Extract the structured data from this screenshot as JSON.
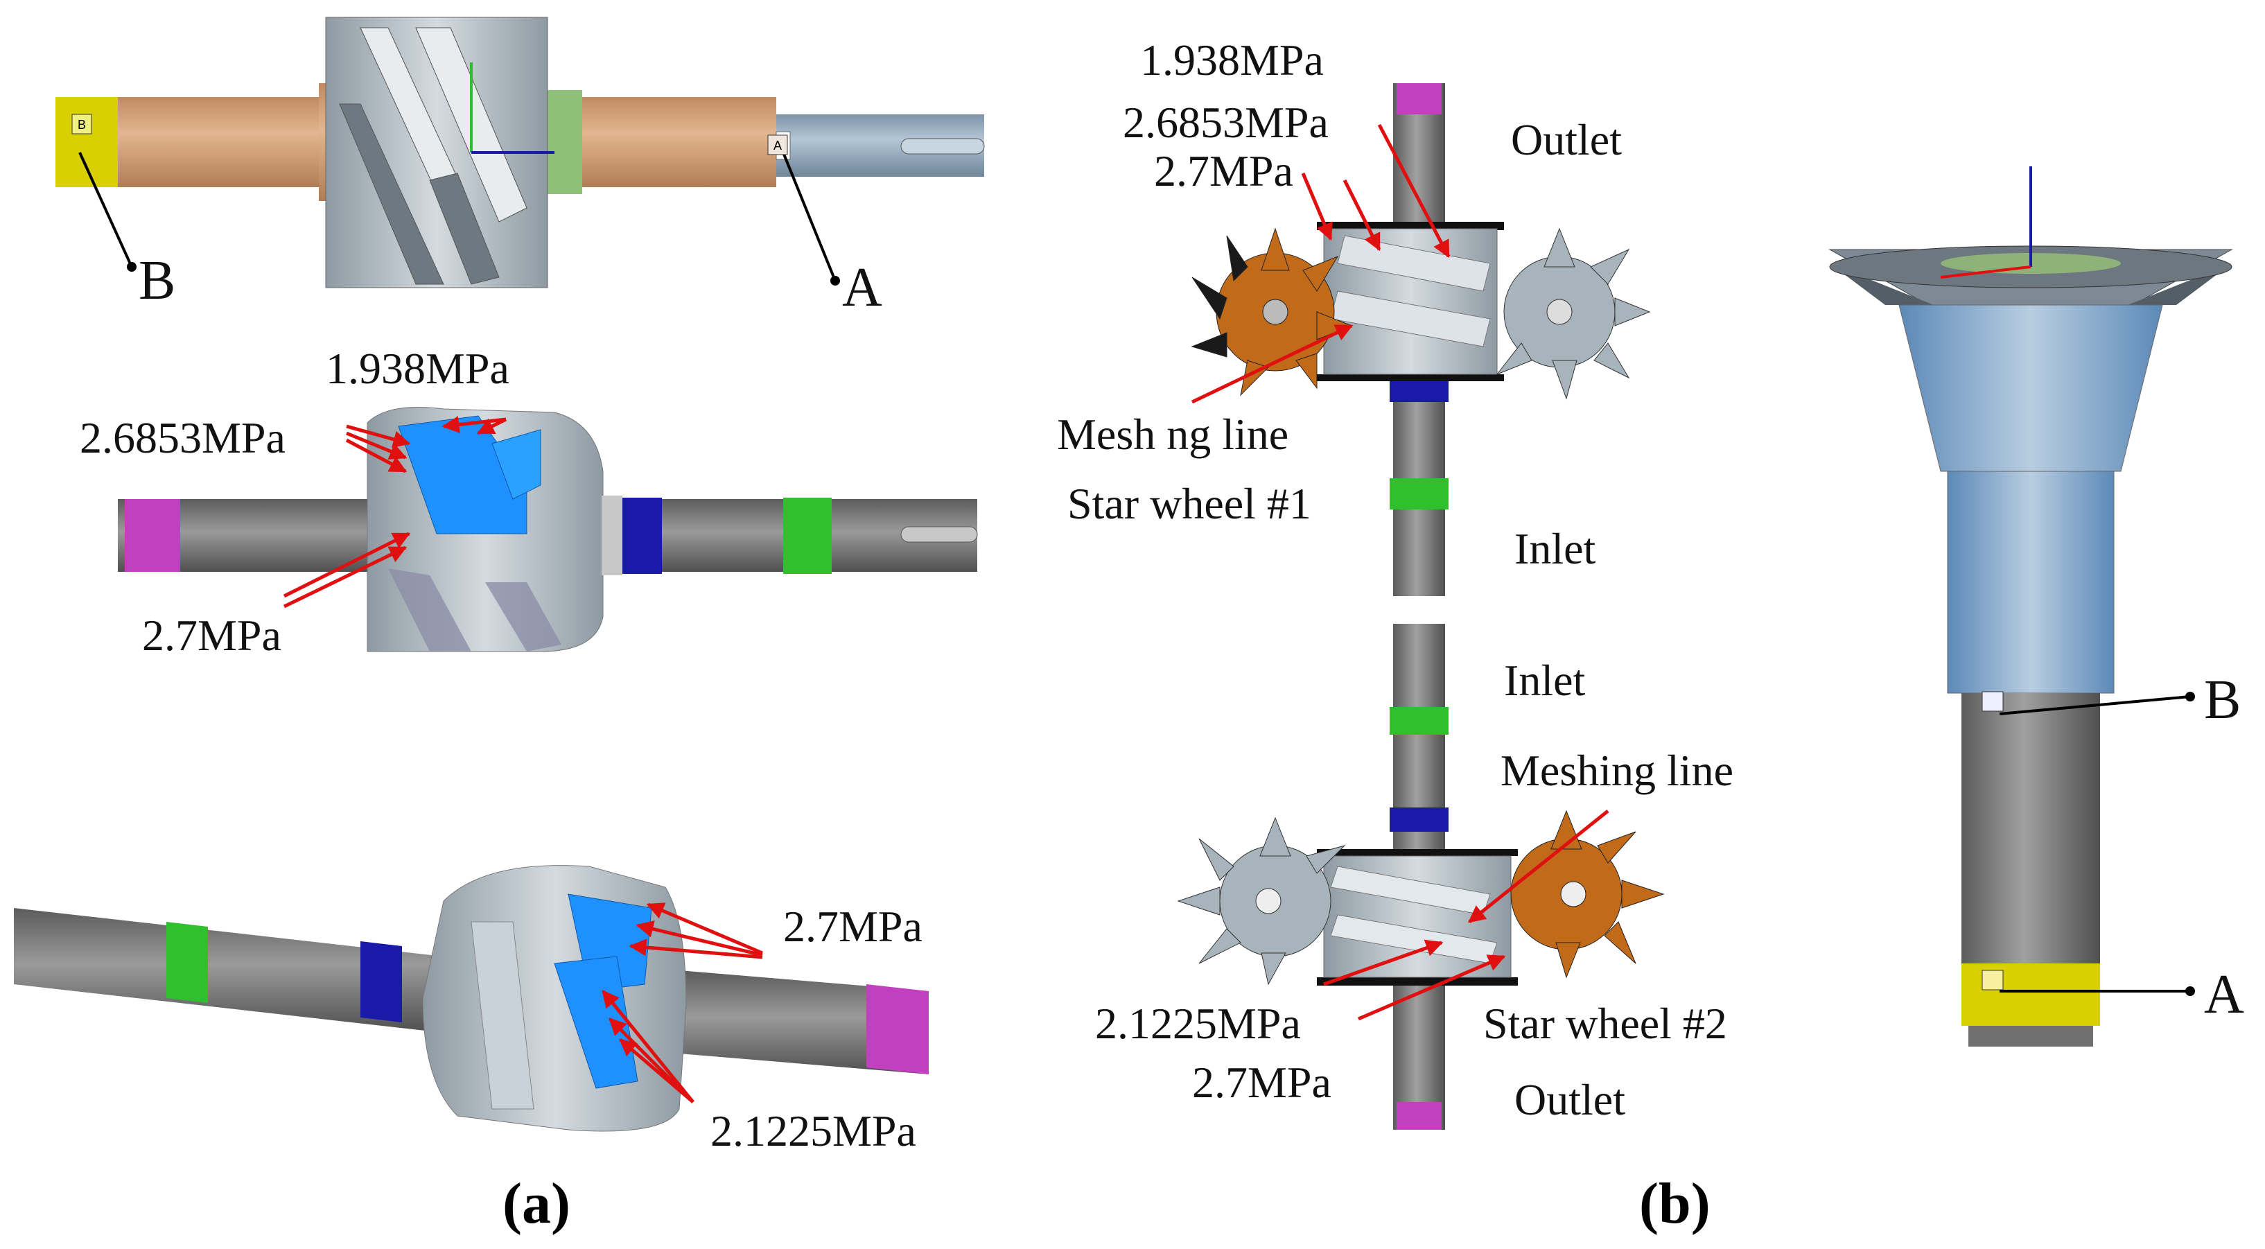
{
  "panel_a": {
    "caption": "(a)",
    "top_view": {
      "marker_a": "A",
      "marker_b": "B",
      "flag_a": "A",
      "flag_b": "B"
    },
    "middle_view": {
      "p1": "1.938MPa",
      "p2": "2.6853MPa",
      "p3": "2.7MPa"
    },
    "bottom_view": {
      "p1": "2.7MPa",
      "p2": "2.1225MPa"
    }
  },
  "panel_b": {
    "caption": "(b)",
    "upper_view": {
      "p1": "1.938MPa",
      "p2": "2.6853MPa",
      "p3": "2.7MPa",
      "outlet": "Outlet",
      "meshing_line": "Mesh ng line",
      "star_wheel": "Star wheel #1",
      "inlet": "Inlet"
    },
    "lower_view": {
      "inlet": "Inlet",
      "meshing_line": "Meshing line",
      "p1": "2.1225MPa",
      "star_wheel": "Star wheel #2",
      "p2": "2.7MPa",
      "outlet": "Outlet"
    },
    "right_view": {
      "marker_b": "B",
      "marker_a": "A"
    }
  },
  "colors": {
    "shaft_tan": "#d4a27a",
    "shaft_steel": "#8fa3b5",
    "rotor_gray": "#b9c2c8",
    "shaft_gray": "#7a7a7a",
    "magenta": "#c040c0",
    "blue": "#1a1aa8",
    "green": "#2fbf2f",
    "pressure_blue": "#1e90ff",
    "star_orange": "#c06a1a",
    "star_gray": "#a7b4bc",
    "arrow_red": "#e01010",
    "yellow": "#d8d000"
  }
}
